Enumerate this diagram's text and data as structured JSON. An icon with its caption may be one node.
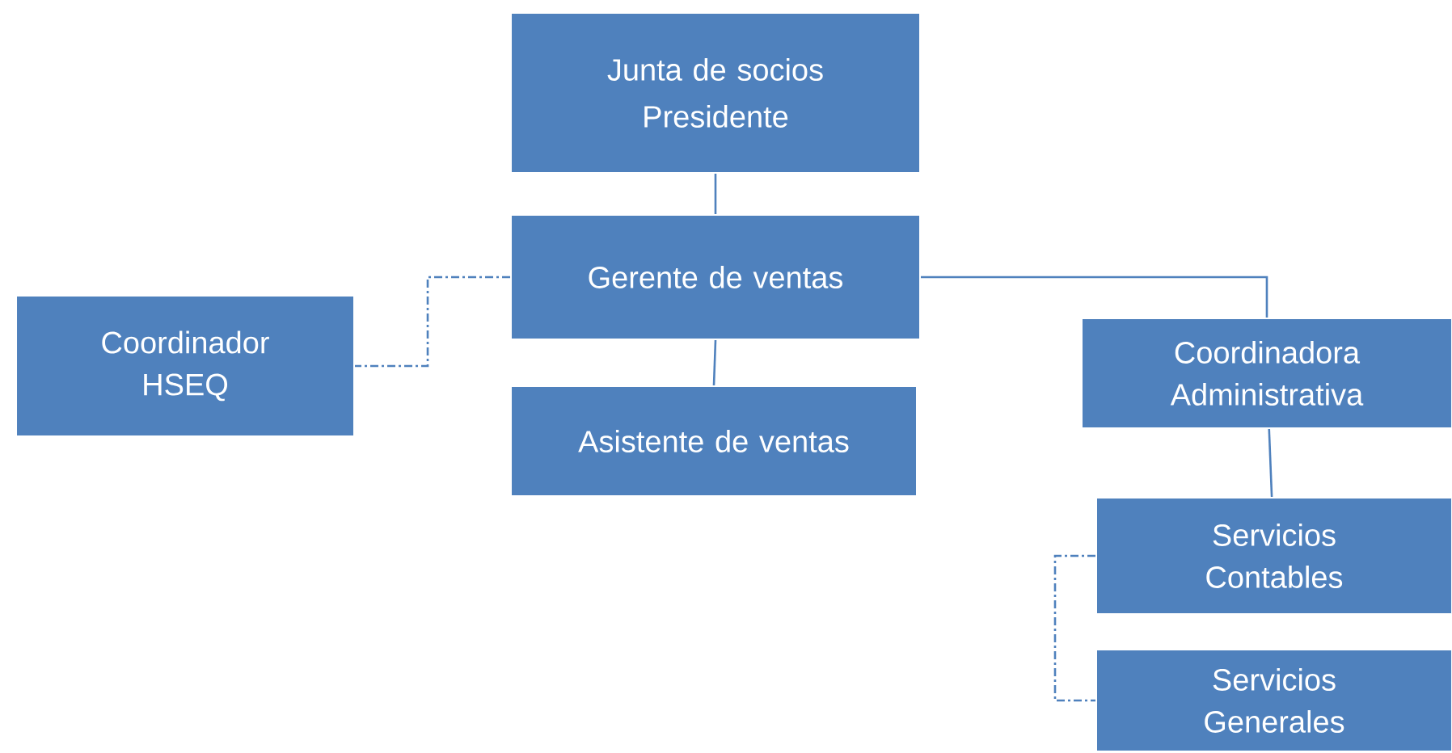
{
  "diagram": {
    "nodes": [
      {
        "text": [
          "Junta de socios",
          "Presidente"
        ]
      },
      {
        "text": [
          "Gerente de ventas"
        ]
      },
      {
        "text": [
          "Coordinador HSEQ"
        ]
      },
      {
        "text": [
          "Asistente de ventas"
        ]
      },
      {
        "text": [
          "Coordinadora Administrativa"
        ]
      },
      {
        "text": [
          "Servicios Contables"
        ]
      },
      {
        "text": [
          "Servicios Generales"
        ]
      }
    ],
    "edges": [
      {
        "from": 0,
        "to": 1,
        "arrow": "none"
      },
      {
        "from": 1,
        "to": 2,
        "arrow": "none",
        "style": "dashed"
      },
      {
        "from": 1,
        "to": 3,
        "arrow": "none"
      },
      {
        "from": 1,
        "to": 4,
        "arrow": "none"
      },
      {
        "from": 4,
        "to": 5,
        "arrow": "none"
      },
      {
        "from": 5,
        "to": 6,
        "arrow": "none",
        "style": "dashed"
      }
    ]
  }
}
